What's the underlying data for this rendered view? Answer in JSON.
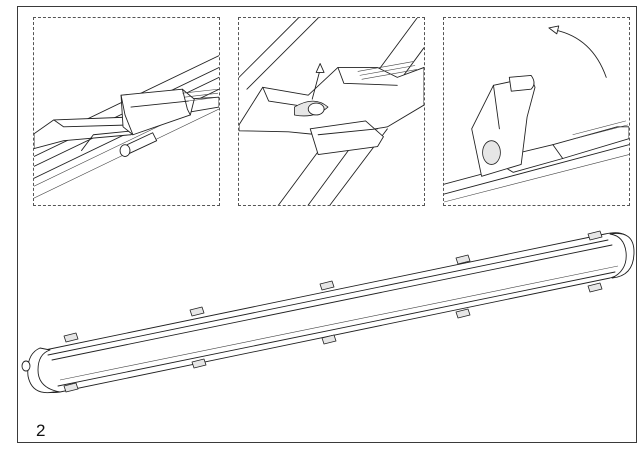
{
  "page": {
    "step_number": "2"
  },
  "details": [
    {
      "name": "clip-closed"
    },
    {
      "name": "clip-lifting"
    },
    {
      "name": "clip-open"
    }
  ]
}
